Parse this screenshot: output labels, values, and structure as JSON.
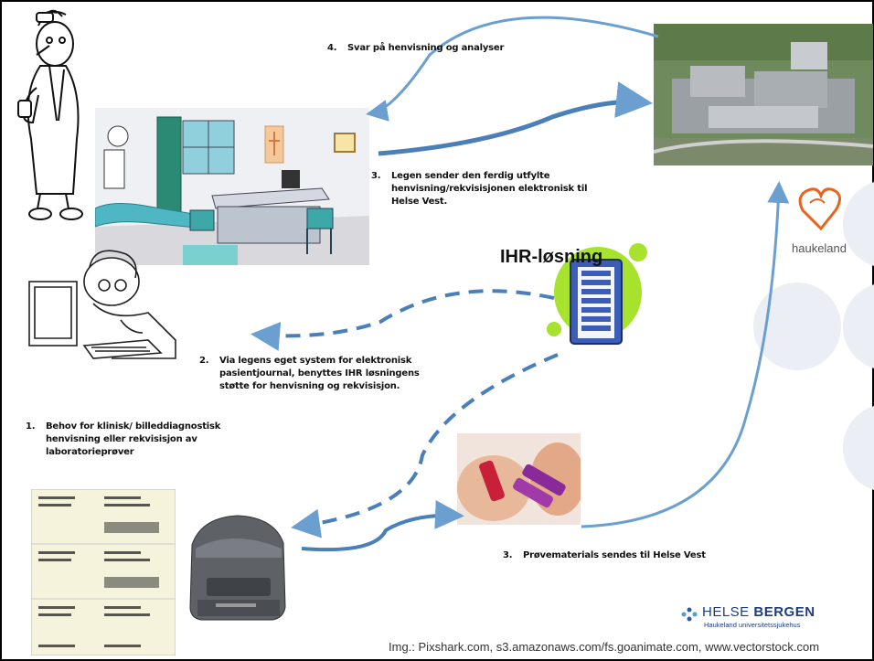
{
  "steps": {
    "step1": {
      "num": "1.",
      "lines": [
        "Behov for klinisk/ billeddiagnostisk",
        "henvisning eller rekvisisjon av",
        "laboratorieprøver"
      ]
    },
    "step2": {
      "num": "2.",
      "lines": [
        "Via legens eget  system for elektronisk",
        "pasientjournal, benyttes IHR løsningens",
        "støtte for henvisning og rekvisisjon."
      ]
    },
    "step3a": {
      "num": "3.",
      "lines": [
        "Legen sender den ferdig utfylte",
        "henvisning/rekvisisjonen elektronisk til",
        "Helse Vest."
      ]
    },
    "step3b": {
      "num": "3.",
      "text": "Prøvematerials sendes til Helse Vest"
    },
    "step4": {
      "num": "4.",
      "text": "Svar på henvisning og analyser"
    }
  },
  "ihr_label": "IHR-løsning",
  "haukeland_label": "haukeland",
  "helse_bergen": {
    "name_light": "HELSE ",
    "name_bold": "BERGEN",
    "subtitle": "Haukeland universitetssjukehus"
  },
  "credits": "Img.: Pixshark.com, s3.amazonaws.com/fs.goanimate.com, www.vectorstock.com",
  "colors": {
    "arrow": "#6a9fd0",
    "arrow_dark": "#4a7fb8",
    "ihr_glow": "#a6e22e",
    "server": "#3b5db5",
    "decor_circle": "#eceef5"
  }
}
